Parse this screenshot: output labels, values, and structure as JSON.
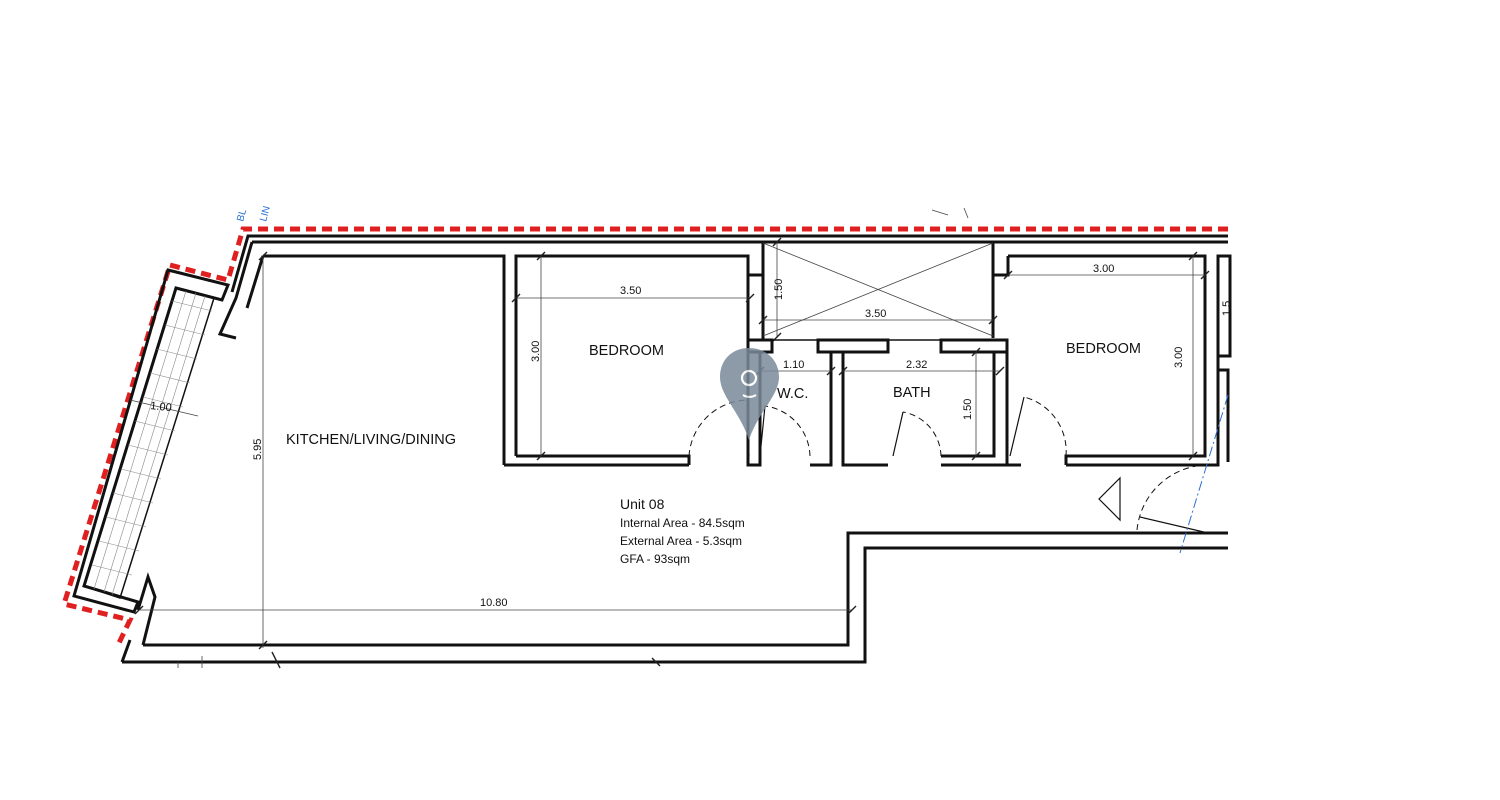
{
  "plan": {
    "unit": {
      "title": "Unit 08",
      "internal_area": "Internal Area - 84.5sqm",
      "external_area": "External Area - 5.3sqm",
      "gfa": "GFA - 93sqm"
    },
    "rooms": {
      "kitchen": "KITCHEN/LIVING/DINING",
      "bedroom1": "BEDROOM",
      "bedroom2": "BEDROOM",
      "wc": "W.C.",
      "bath": "BATH"
    },
    "dimensions": {
      "balcony_width": "1.00",
      "kitchen_height": "5.95",
      "overall_length": "10.80",
      "bedroom1_width": "3.50",
      "bedroom1_height": "3.00",
      "lobby_width": "3.50",
      "lobby_depth": "1.50",
      "wc_width": "1.10",
      "bath_width": "2.32",
      "bath_height": "1.50",
      "bedroom2_width": "3.00",
      "bedroom2_height": "3.00"
    },
    "annotations": {
      "building_line_a": "BL",
      "building_line_b": "LIN",
      "edge_mark": "1.5"
    },
    "colors": {
      "boundary": "#e02020",
      "walls": "#111111",
      "marker": "#7a8a9a",
      "building_line": "#2a6fd0"
    },
    "icons": {
      "location_marker": "map-pin-icon",
      "entrance_arrow": "triangle-left-icon"
    }
  }
}
